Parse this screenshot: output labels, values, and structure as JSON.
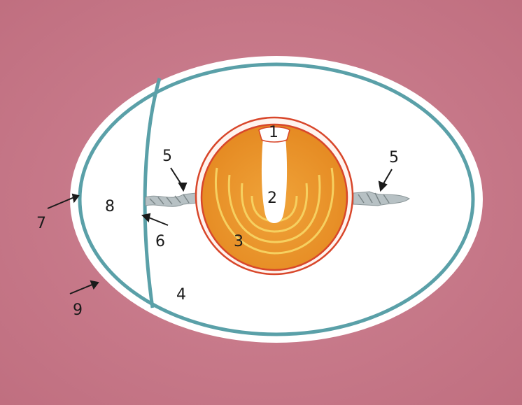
{
  "labels": {
    "l1": "1",
    "l2": "2",
    "l3": "3",
    "l4": "4",
    "l5a": "5",
    "l5b": "5",
    "l6": "6",
    "l7": "7",
    "l8": "8",
    "l9": "9"
  },
  "colors": {
    "background": "#c97a8a",
    "shell": "#ffffff",
    "membrane": "#5aa0a8",
    "albumen": "#ffffff",
    "yolk": "#e8962a",
    "yolk_ring": "#d8462a",
    "yolk_streak": "#f6d060",
    "germinal": "#ffffff",
    "chalaza": "#aab4b8"
  }
}
